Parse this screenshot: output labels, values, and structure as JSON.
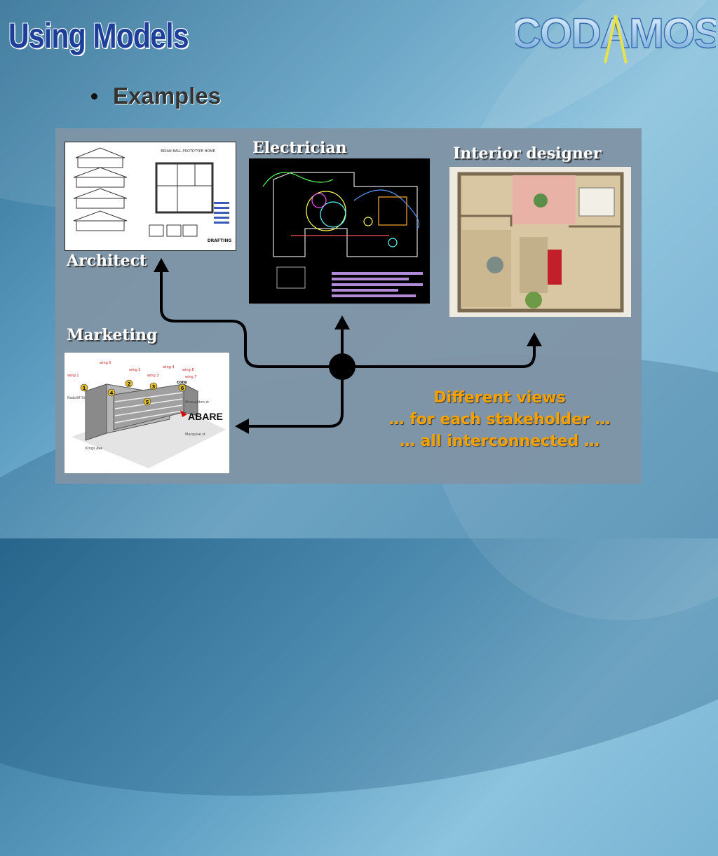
{
  "slide": {
    "title": "Using Models",
    "logo_text": "CODAMOS",
    "bullet": "Examples"
  },
  "views": {
    "architect": "Architect",
    "electrician": "Electrician",
    "interior": "Interior designer",
    "marketing": "Marketing"
  },
  "architect_sheet": {
    "heading": "BRIAN BALL PROTOTYPE HOME",
    "stamp": "DRAFTING"
  },
  "marketing_image": {
    "brand": "ABARE",
    "core": "core",
    "wings": [
      "wing 1",
      "wing 2",
      "wing 3",
      "wing 4",
      "wing 5",
      "wing 6",
      "wing 7"
    ],
    "numbers": [
      "1",
      "2",
      "3",
      "4",
      "5",
      "6"
    ],
    "streets": [
      "Kings Ave",
      "Stroughton st",
      "Marquise st",
      "Radcliff St"
    ]
  },
  "caption": {
    "line1": "Different views",
    "line2": "… for each stakeholder …",
    "line3": "… all interconnected …"
  },
  "colors": {
    "title": "#1d3f9a",
    "caption": "#f4a100",
    "panel": "#7f93a5"
  }
}
